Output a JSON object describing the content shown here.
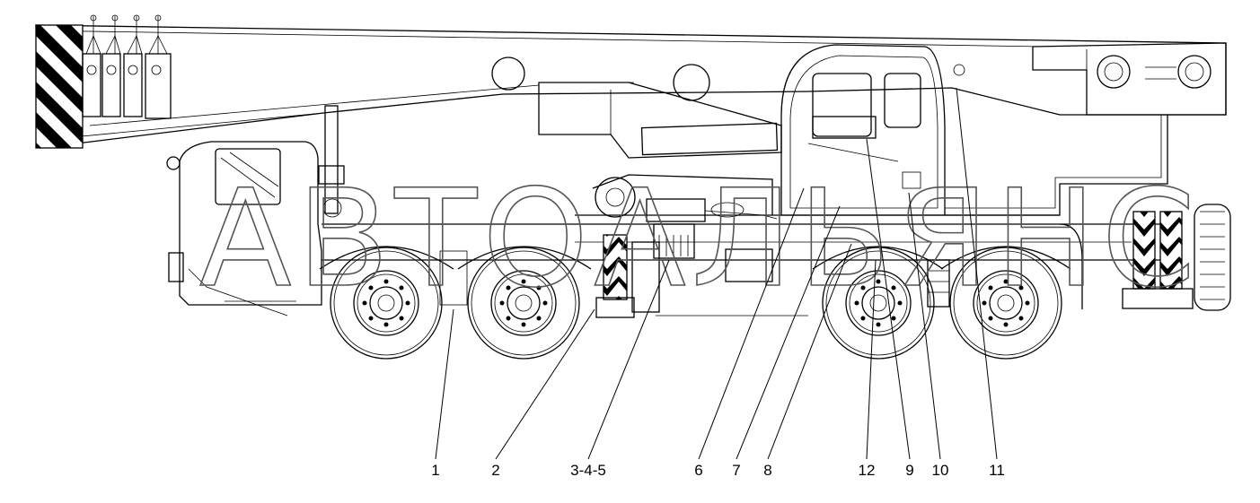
{
  "watermark": "АВТОАЛЬЯНС",
  "callouts": [
    {
      "label": "1",
      "target": [
        505,
        345
      ]
    },
    {
      "label": "2",
      "target": [
        662,
        345
      ]
    },
    {
      "label": "3-4-5",
      "target": [
        745,
        290
      ]
    },
    {
      "label": "6",
      "target": [
        895,
        210
      ]
    },
    {
      "label": "7",
      "target": [
        935,
        230
      ]
    },
    {
      "label": "8",
      "target": [
        948,
        272
      ]
    },
    {
      "label": "12",
      "target": [
        975,
        290
      ]
    },
    {
      "label": "9",
      "target": [
        965,
        155
      ]
    },
    {
      "label": "10",
      "target": [
        1012,
        215
      ]
    },
    {
      "label": "11",
      "target": [
        1065,
        98
      ]
    }
  ],
  "colors": {
    "line": "#000000",
    "hazard_stripes": "#000000",
    "watermark": "#555555",
    "background": "#ffffff"
  }
}
